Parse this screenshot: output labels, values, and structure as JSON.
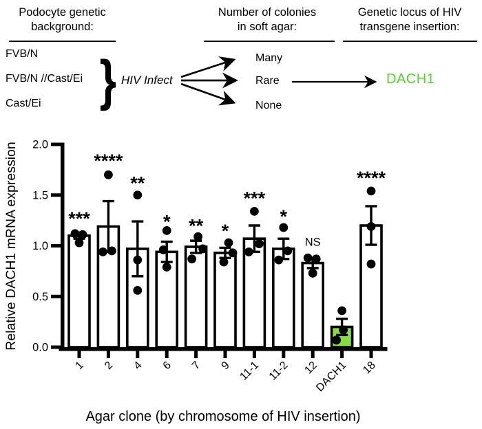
{
  "diagram": {
    "heading_background": {
      "line1": "Podocyte genetic",
      "line2": "background:"
    },
    "backgrounds": [
      "FVB/N",
      "FVB/N //Cast/Ei",
      "Cast/Ei"
    ],
    "brace": "}",
    "infect_label": "HIV Infect",
    "heading_colonies": {
      "line1": "Number of colonies",
      "line2": "in soft agar:"
    },
    "colony_levels": [
      "Many",
      "Rare",
      "None"
    ],
    "heading_locus": {
      "line1": "Genetic locus of HIV",
      "line2": "transgene insertion:"
    },
    "locus_result": "DACH1",
    "locus_color": "#5DCB36"
  },
  "chart_data": {
    "type": "bar",
    "title": "",
    "xlabel": "Agar clone (by chromosome of HIV insertion)",
    "ylabel": "Relative DACH1 mRNA expression",
    "ylim": [
      0,
      2.0
    ],
    "yticks": [
      "0.0",
      "0.5",
      "1.0",
      "1.5",
      "2.0"
    ],
    "grid": false,
    "legend": "none",
    "bar_fill": "#ffffff",
    "highlight_fill": "#85DD43",
    "categories": [
      "1",
      "2",
      "4",
      "6",
      "7",
      "9",
      "11-1",
      "11-2",
      "12",
      "DACH1",
      "18"
    ],
    "bars": [
      {
        "label": "1",
        "mean": 1.1,
        "sem": 0.03,
        "sig": "***",
        "sig_y": 1.27,
        "highlight": false,
        "points": [
          [
            -6,
            1.12
          ],
          [
            5,
            1.11
          ],
          [
            0,
            1.03
          ]
        ]
      },
      {
        "label": "2",
        "mean": 1.19,
        "sem": 0.25,
        "sig": "****",
        "sig_y": 1.84,
        "highlight": false,
        "points": [
          [
            0,
            1.7
          ],
          [
            -8,
            0.94
          ],
          [
            5,
            0.95
          ]
        ]
      },
      {
        "label": "4",
        "mean": 0.97,
        "sem": 0.27,
        "sig": "**",
        "sig_y": 1.62,
        "highlight": false,
        "points": [
          [
            0,
            1.5
          ],
          [
            0,
            0.86
          ],
          [
            0,
            0.56
          ]
        ]
      },
      {
        "label": "6",
        "mean": 0.94,
        "sem": 0.1,
        "sig": "*",
        "sig_y": 1.24,
        "highlight": false,
        "points": [
          [
            0,
            1.15
          ],
          [
            -5,
            0.96
          ],
          [
            0,
            0.79
          ]
        ]
      },
      {
        "label": "7",
        "mean": 0.99,
        "sem": 0.06,
        "sig": "**",
        "sig_y": 1.2,
        "highlight": false,
        "points": [
          [
            3,
            1.09
          ],
          [
            10,
            0.97
          ],
          [
            -6,
            0.87
          ]
        ]
      },
      {
        "label": "9",
        "mean": 0.93,
        "sem": 0.05,
        "sig": "*",
        "sig_y": 1.15,
        "highlight": false,
        "points": [
          [
            5,
            1.03
          ],
          [
            11,
            0.93
          ],
          [
            -2,
            0.84
          ]
        ]
      },
      {
        "label": "11-1",
        "mean": 1.07,
        "sem": 0.13,
        "sig": "***",
        "sig_y": 1.47,
        "highlight": false,
        "points": [
          [
            0,
            1.34
          ],
          [
            7,
            1.02
          ],
          [
            -8,
            0.94
          ]
        ]
      },
      {
        "label": "11-2",
        "mean": 0.97,
        "sem": 0.1,
        "sig": "*",
        "sig_y": 1.29,
        "highlight": false,
        "points": [
          [
            0,
            1.18
          ],
          [
            6,
            0.95
          ],
          [
            -7,
            0.86
          ]
        ]
      },
      {
        "label": "12",
        "mean": 0.83,
        "sem": 0.05,
        "sig": "NS",
        "sig_y": 1.04,
        "highlight": false,
        "points": [
          [
            -7,
            0.88
          ],
          [
            5,
            0.87
          ],
          [
            0,
            0.73
          ]
        ]
      },
      {
        "label": "DACH1",
        "mean": 0.2,
        "sem": 0.08,
        "sig": "",
        "sig_y": null,
        "highlight": true,
        "points": [
          [
            0,
            0.36
          ],
          [
            2,
            0.17
          ],
          [
            -8,
            0.07
          ]
        ]
      },
      {
        "label": "18",
        "mean": 1.2,
        "sem": 0.19,
        "sig": "****",
        "sig_y": 1.67,
        "highlight": false,
        "points": [
          [
            0,
            1.54
          ],
          [
            0,
            1.19
          ],
          [
            0,
            0.82
          ]
        ]
      }
    ]
  }
}
